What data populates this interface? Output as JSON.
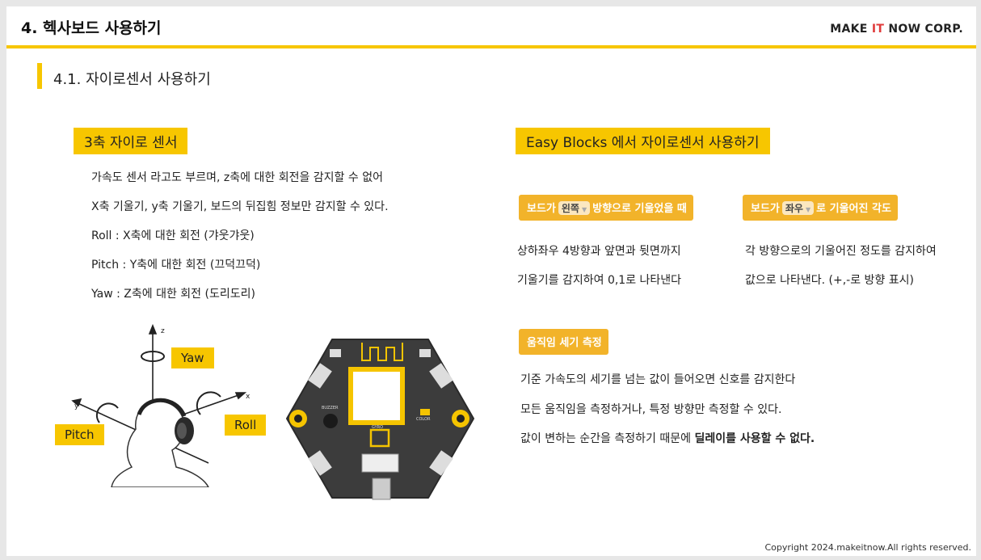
{
  "header": {
    "title": "4. 헥사보드 사용하기",
    "brand_pre": "MAKE ",
    "brand_it": "IT",
    "brand_post": " NOW CORP."
  },
  "section": {
    "title": "4.1. 자이로센서 사용하기"
  },
  "left": {
    "tag": "3축 자이로 센서",
    "lines": [
      "가속도 센서 라고도 부르며, z축에 대한 회전을 감지할 수 없어",
      "X축 기울기, y축 기울기, 보드의 뒤집힘 정보만 감지할 수 있다.",
      "Roll : X축에 대한 회전 (갸웃갸웃)",
      "Pitch : Y축에 대한 회전 (끄덕끄덕)",
      "Yaw : Z축에 대한 회전 (도리도리)"
    ],
    "diagram": {
      "yaw": "Yaw",
      "pitch": "Pitch",
      "roll": "Roll",
      "axis_z": "z",
      "axis_y": "y",
      "axis_x": "x"
    },
    "board": {
      "buzzer": "BUZZER",
      "color": "COLOR",
      "gyro": "GYRO"
    }
  },
  "right": {
    "tag": "Easy Blocks 에서 자이로센서 사용하기",
    "block1": {
      "pre": "보드가",
      "pill": "왼쪽",
      "post": "방향으로 기울었을 때"
    },
    "block2": {
      "pre": "보드가",
      "pill": "좌우",
      "post": "로 기울어진 각도"
    },
    "block1_desc": [
      "상하좌우 4방향과 앞면과 뒷면까지",
      "기울기를 감지하여 0,1로 나타낸다"
    ],
    "block2_desc": [
      "각 방향으로의 기울어진 정도를 감지하여",
      "값으로 나타낸다. (+,-로 방향 표시)"
    ],
    "block3": {
      "label": "움직임 세기 측정"
    },
    "block3_desc": [
      "기준 가속도의 세기를 넘는 값이 들어오면 신호를 감지한다",
      "모든 움직임을 측정하거나, 특정 방향만 측정할 수 있다."
    ],
    "block3_last_pre": "값이 변하는 순간을 측정하기 때문에 ",
    "block3_last_bold": "딜레이를 사용할 수 없다."
  },
  "footer": {
    "copyright": "Copyright 2024.makeitnow.All rights reserved."
  },
  "colors": {
    "accent": "#f7c600",
    "block": "#f2b32a",
    "board": "#3c3c3c"
  }
}
